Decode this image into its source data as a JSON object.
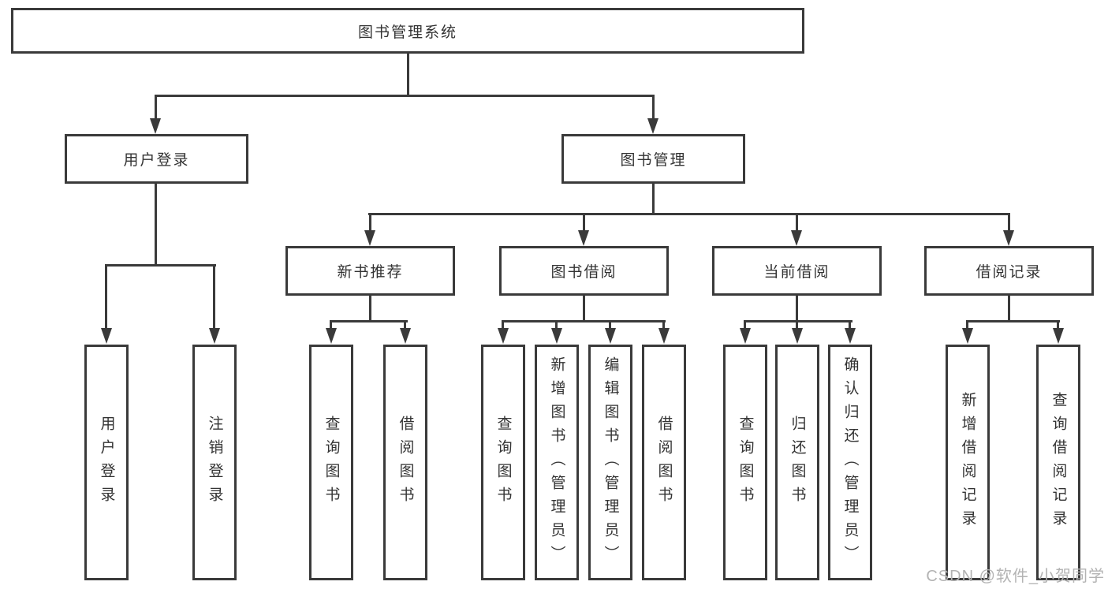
{
  "colors": {
    "line": "#3a3a3a",
    "box_border": "#3a3a3a",
    "text": "#333333",
    "watermark_text": "#b3b3b3",
    "background": "#ffffff"
  },
  "tree": {
    "root": "图书管理系统",
    "user_login": {
      "label": "用户登录",
      "children": [
        "用户登录",
        "注销登录"
      ]
    },
    "book_mgmt": {
      "label": "图书管理",
      "sections": {
        "new_books": {
          "label": "新书推荐",
          "children": [
            "查询图书",
            "借阅图书"
          ]
        },
        "borrowing": {
          "label": "图书借阅",
          "children": [
            "查询图书",
            "新增图书（管理员）",
            "编辑图书（管理员）",
            "借阅图书"
          ]
        },
        "current": {
          "label": "当前借阅",
          "children": [
            "查询图书",
            "归还图书",
            "确认归还（管理员）"
          ]
        },
        "records": {
          "label": "借阅记录",
          "children": [
            "新增借阅记录",
            "查询借阅记录"
          ]
        }
      }
    }
  },
  "watermark": "CSDN @软件_小贺同学"
}
